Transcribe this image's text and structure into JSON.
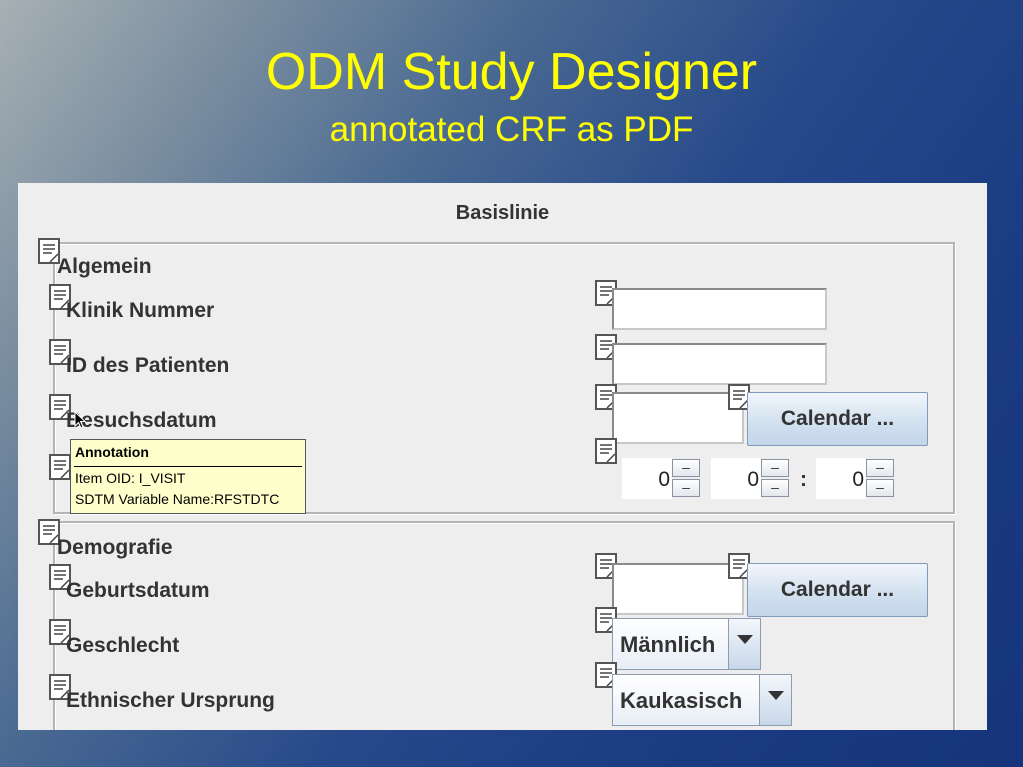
{
  "slide": {
    "title": "ODM Study Designer",
    "subtitle": "annotated CRF as PDF"
  },
  "form": {
    "title": "Basislinie",
    "sections": [
      {
        "name": "Algemein",
        "fields": [
          {
            "label": "Klinik Nummer"
          },
          {
            "label": "ID des Patienten"
          },
          {
            "label": "Besuchsdatum",
            "button": "Calendar ..."
          }
        ],
        "time": {
          "hour": "0",
          "minute": "0",
          "separator": ":",
          "second": "0"
        }
      },
      {
        "name": "Demografie",
        "fields": [
          {
            "label": "Geburtsdatum",
            "button": "Calendar ..."
          },
          {
            "label": "Geschlecht",
            "selected": "Männlich"
          },
          {
            "label": "Ethnischer Ursprung",
            "selected": "Kaukasisch"
          }
        ]
      }
    ]
  },
  "tooltip": {
    "heading": "Annotation",
    "line1": "Item OID: I_VISIT",
    "line2": "SDTM Variable Name:RFSTDTC"
  },
  "icons": {
    "annotation": "annotation-note-icon",
    "dropdown": "chevron-down-icon",
    "spin": "spinner-arrows-icon",
    "cursor": "mouse-pointer-icon"
  },
  "colors": {
    "title": "#ffff00",
    "panel": "#eeeeee",
    "tooltip": "#ffffcc"
  }
}
